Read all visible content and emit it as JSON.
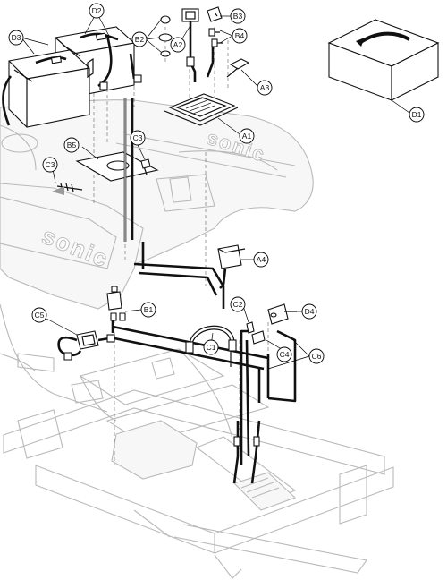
{
  "callouts": [
    {
      "id": "D2",
      "label": "D2"
    },
    {
      "id": "D3",
      "label": "D3"
    },
    {
      "id": "B2",
      "label": "B2"
    },
    {
      "id": "A2",
      "label": "A2"
    },
    {
      "id": "B3",
      "label": "B3"
    },
    {
      "id": "B4",
      "label": "B4"
    },
    {
      "id": "A3",
      "label": "A3"
    },
    {
      "id": "D1",
      "label": "D1"
    },
    {
      "id": "A1",
      "label": "A1"
    },
    {
      "id": "B5",
      "label": "B5"
    },
    {
      "id": "C3a",
      "label": "C3"
    },
    {
      "id": "C3b",
      "label": "C3"
    },
    {
      "id": "A4",
      "label": "A4"
    },
    {
      "id": "C2",
      "label": "C2"
    },
    {
      "id": "D4",
      "label": "D4"
    },
    {
      "id": "B1",
      "label": "B1"
    },
    {
      "id": "C5",
      "label": "C5"
    },
    {
      "id": "C1",
      "label": "C1"
    },
    {
      "id": "C4",
      "label": "C4"
    },
    {
      "id": "C6",
      "label": "C6"
    }
  ],
  "embossed_text": {
    "shroud_lettering": "sonic",
    "tiller_lettering": "sonic"
  },
  "colors": {
    "ink": "#111111",
    "ghost_outline": "#b9b9b9",
    "background": "#ffffff"
  }
}
